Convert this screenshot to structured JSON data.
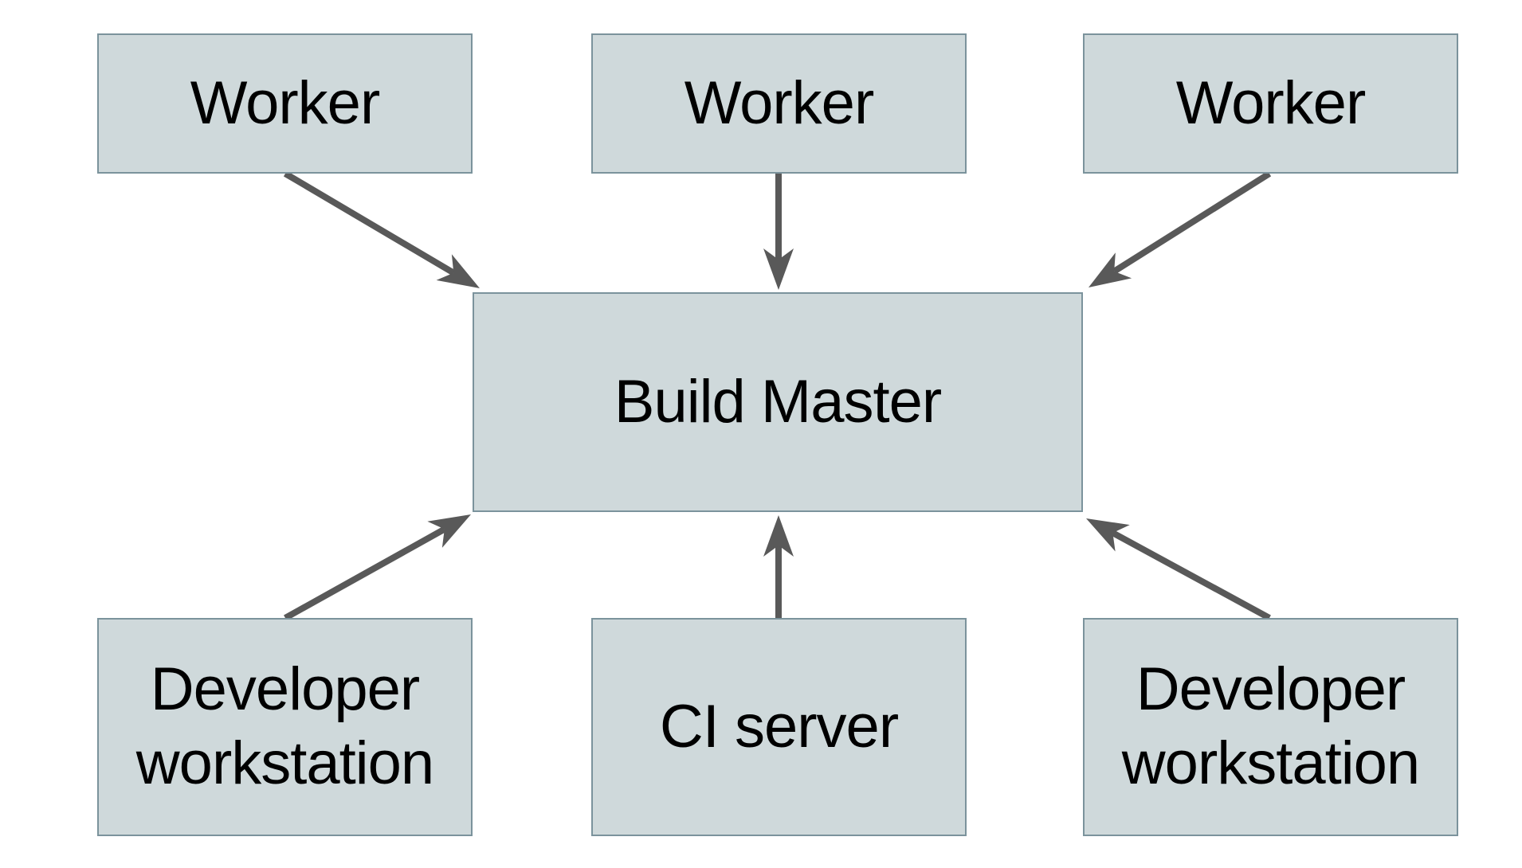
{
  "diagram": {
    "nodes": {
      "worker_1": {
        "label": "Worker"
      },
      "worker_2": {
        "label": "Worker"
      },
      "worker_3": {
        "label": "Worker"
      },
      "build_master": {
        "label": "Build Master"
      },
      "developer_workstation_left": {
        "label": "Developer workstation"
      },
      "ci_server": {
        "label": "CI server"
      },
      "developer_workstation_right": {
        "label": "Developer workstation"
      }
    },
    "edges": [
      {
        "from": "worker_1",
        "to": "build_master"
      },
      {
        "from": "worker_2",
        "to": "build_master"
      },
      {
        "from": "worker_3",
        "to": "build_master"
      },
      {
        "from": "developer_workstation_left",
        "to": "build_master"
      },
      {
        "from": "ci_server",
        "to": "build_master"
      },
      {
        "from": "developer_workstation_right",
        "to": "build_master"
      }
    ],
    "colors": {
      "background": "#ffffff",
      "node_fill": "#cfd9db",
      "node_border": "#7b939c",
      "arrow": "#595959",
      "text": "#000000"
    }
  }
}
